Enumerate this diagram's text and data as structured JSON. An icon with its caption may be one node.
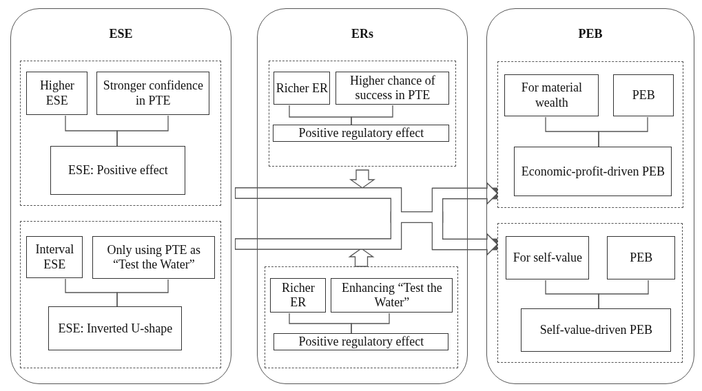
{
  "diagram": {
    "nodes": [
      {
        "text": [
          "ESE"
        ]
      },
      {
        "text": [],
        "shape": "box",
        "in": 0
      },
      {
        "text": [
          "Higher ESE"
        ],
        "in": 1
      },
      {
        "text": [
          "Stronger confidence in PTE"
        ],
        "in": 1
      },
      {
        "text": [
          "ESE: Positive effect"
        ],
        "in": 1
      },
      {
        "text": [],
        "shape": "box",
        "in": 0
      },
      {
        "text": [
          "Interval ESE"
        ],
        "in": 5
      },
      {
        "text": [
          "Only using PTE as “Test the Water”"
        ],
        "in": 5
      },
      {
        "text": [
          "ESE: Inverted U-shape"
        ],
        "in": 5
      },
      {
        "text": [
          "ERs"
        ]
      },
      {
        "text": [],
        "shape": "box",
        "in": 9
      },
      {
        "text": [
          "Richer ER"
        ],
        "in": 10
      },
      {
        "text": [
          "Higher chance of success in PTE"
        ],
        "in": 10
      },
      {
        "text": [
          "Positive regulatory effect"
        ],
        "in": 10
      },
      {
        "text": [],
        "shape": "box",
        "in": 9
      },
      {
        "text": [
          "Richer ER"
        ],
        "in": 14
      },
      {
        "text": [
          "Enhancing “Test the Water”"
        ],
        "in": 14
      },
      {
        "text": [
          "Positive regulatory effect"
        ],
        "in": 14
      },
      {
        "text": [
          "PEB"
        ]
      },
      {
        "text": [],
        "shape": "box",
        "in": 18
      },
      {
        "text": [
          "For material wealth"
        ],
        "in": 19
      },
      {
        "text": [
          "PEB"
        ],
        "in": 19
      },
      {
        "text": [
          "Economic-profit-driven PEB"
        ],
        "in": 19
      },
      {
        "text": [],
        "shape": "box",
        "in": 18
      },
      {
        "text": [
          "For self-value"
        ],
        "in": 23
      },
      {
        "text": [
          "PEB"
        ],
        "in": 23
      },
      {
        "text": [
          "Self-value-driven PEB"
        ],
        "in": 23
      }
    ],
    "edges": [
      {
        "from": 2,
        "to": 4,
        "arrow": "none"
      },
      {
        "from": 3,
        "to": 4,
        "arrow": "none"
      },
      {
        "from": 6,
        "to": 8,
        "arrow": "none"
      },
      {
        "from": 7,
        "to": 8,
        "arrow": "none"
      },
      {
        "from": 11,
        "to": 13,
        "arrow": "none"
      },
      {
        "from": 12,
        "to": 13,
        "arrow": "none"
      },
      {
        "from": 15,
        "to": 17,
        "arrow": "none"
      },
      {
        "from": 16,
        "to": 17,
        "arrow": "none"
      },
      {
        "from": 20,
        "to": 22,
        "arrow": "none"
      },
      {
        "from": 21,
        "to": 22,
        "arrow": "none"
      },
      {
        "from": 24,
        "to": 26,
        "arrow": "none"
      },
      {
        "from": 25,
        "to": 26,
        "arrow": "none"
      },
      {
        "from": 10,
        "to": null,
        "arrow": "to",
        "style": "thick"
      },
      {
        "from": 14,
        "to": null,
        "arrow": "to",
        "style": "thick"
      },
      {
        "from": 1,
        "to": 19,
        "arrow": "to",
        "style": "thick"
      },
      {
        "from": 1,
        "to": 23,
        "arrow": "to",
        "style": "thick"
      },
      {
        "from": 5,
        "to": 19,
        "arrow": "to",
        "style": "thick"
      },
      {
        "from": 5,
        "to": 23,
        "arrow": "to",
        "style": "thick"
      }
    ]
  }
}
